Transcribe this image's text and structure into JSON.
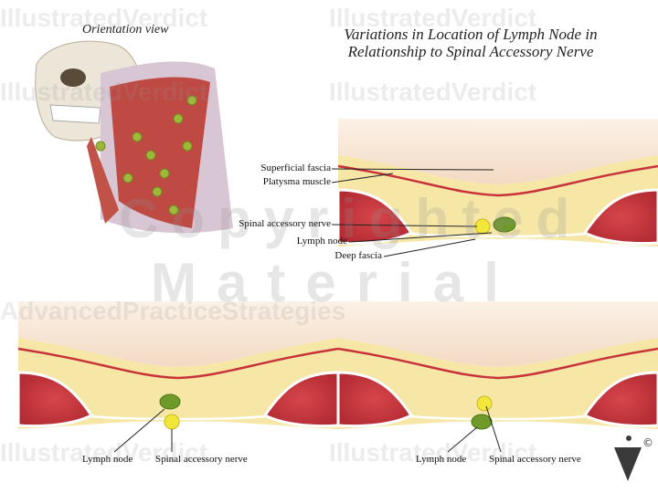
{
  "title": {
    "line1": "Variations in Location of Lymph Node in",
    "line2": "Relationship to Spinal Accessory Nerve"
  },
  "orientation_label": "Orientation view",
  "top_panel": {
    "labels": {
      "superficial_fascia": "Superficial fascia",
      "platysma_muscle": "Platysma muscle",
      "spinal_accessory_nerve": "Spinal accessory nerve",
      "lymph_node": "Lymph node",
      "deep_fascia": "Deep fascia"
    }
  },
  "bottom_left_panel": {
    "lymph_node": "Lymph node",
    "spinal_accessory_nerve": "Spinal accessory nerve"
  },
  "bottom_right_panel": {
    "lymph_node": "Lymph node",
    "spinal_accessory_nerve": "Spinal accessory nerve"
  },
  "watermarks": {
    "brand": "IllustratedVerdict",
    "copyright": "Copyrighted",
    "material": "Material",
    "strategies": "AdvancedPracticeStrategies"
  },
  "logo": {
    "copyright_symbol": "©"
  },
  "colors": {
    "nerve": "#f2e63a",
    "lymph_node": "#6f9a2a",
    "muscle": "#c8323a",
    "fat": "#f6e7a6",
    "skin": "#f4dcc4"
  }
}
